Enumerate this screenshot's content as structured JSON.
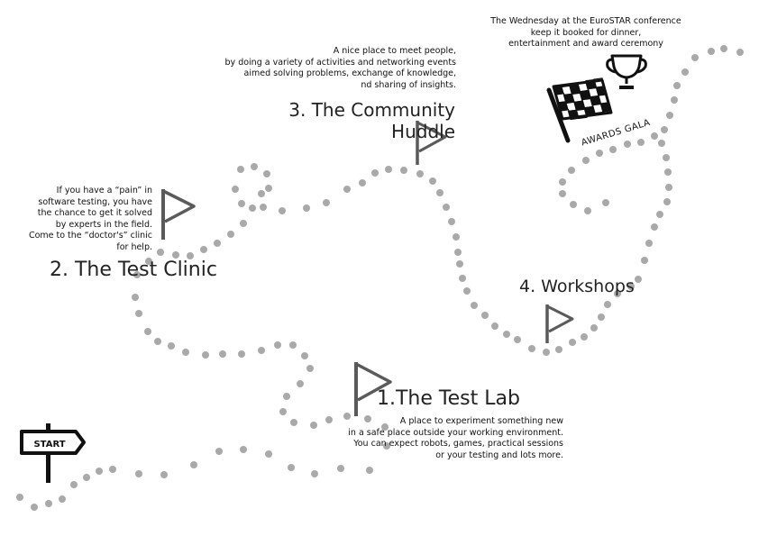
{
  "start_label": "START",
  "awards_label": "AWARDS GALA",
  "stops": [
    {
      "title": "1.The Test Lab",
      "desc": [
        "A place to experiment something new",
        "in a safe place outside your working environment.",
        "You can expect robots, games, practical sessions",
        "or your testing and lots more."
      ]
    },
    {
      "title": "2. The Test Clinic",
      "desc": [
        "If you have a “pain” in",
        "software testing, you have",
        "the chance to get it solved",
        "by experts in the field.",
        "Come to the “doctor's” clinic",
        "for help."
      ]
    },
    {
      "title_lines": [
        "3. The Community",
        "Huddle"
      ],
      "desc": [
        "A nice place to meet people,",
        "by doing a variety of activities and networking events",
        "aimed solving problems, exchange of knowledge,",
        "nd sharing of insights."
      ]
    },
    {
      "title": "4. Workshops"
    }
  ],
  "gala": {
    "desc": [
      "The Wednesday at the EuroSTAR conference",
      "keep it booked for dinner,",
      "entertainment and award ceremony"
    ]
  },
  "colors": {
    "dot": "#a9a9a9",
    "flag": "#5a5a5a",
    "ink": "#111111"
  }
}
